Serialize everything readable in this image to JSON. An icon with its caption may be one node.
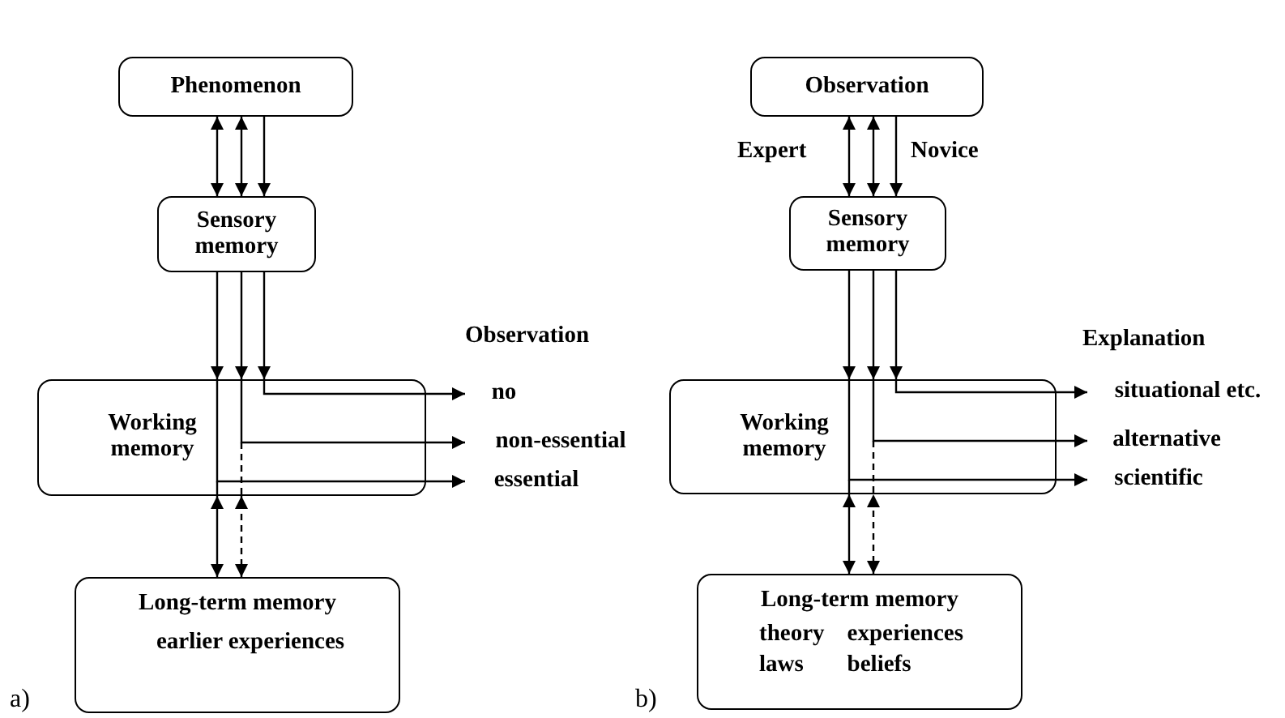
{
  "diagram": {
    "nodes": [
      {
        "text": [
          "Phenomenon"
        ]
      },
      {
        "text": [
          "Sensory memory"
        ]
      },
      {
        "text": [
          "Working memory"
        ]
      },
      {
        "text": [
          "Long-term memory",
          "earlier experiences"
        ]
      },
      {
        "text": [
          "no"
        ]
      },
      {
        "text": [
          "non-essential"
        ]
      },
      {
        "text": [
          "essential"
        ]
      },
      {
        "text": [
          "Observation"
        ]
      },
      {
        "text": [
          "Sensory memory"
        ]
      },
      {
        "text": [
          "Working memory"
        ]
      },
      {
        "text": [
          "Long-term memory",
          "theory",
          "experiences",
          "laws",
          "beliefs"
        ]
      },
      {
        "text": [
          "situational etc."
        ]
      },
      {
        "text": [
          "alternative"
        ]
      },
      {
        "text": [
          "scientific"
        ]
      }
    ],
    "edges": [
      {
        "from": 1,
        "to": 0,
        "arrow": "both"
      },
      {
        "from": 1,
        "to": 0,
        "arrow": "both"
      },
      {
        "from": 0,
        "to": 1,
        "arrow": "to"
      },
      {
        "from": 1,
        "to": 2,
        "arrow": "to"
      },
      {
        "from": 1,
        "to": 2,
        "arrow": "to"
      },
      {
        "from": 1,
        "to": 2,
        "arrow": "to"
      },
      {
        "from": 2,
        "to": 4,
        "arrow": "to"
      },
      {
        "from": 2,
        "to": 5,
        "arrow": "to"
      },
      {
        "from": 2,
        "to": 6,
        "arrow": "to"
      },
      {
        "from": 3,
        "to": 2,
        "arrow": "both"
      },
      {
        "from": 3,
        "to": 2,
        "arrow": "both",
        "style": "dashed"
      },
      {
        "from": 8,
        "to": 7,
        "arrow": "both"
      },
      {
        "from": 8,
        "to": 7,
        "arrow": "both"
      },
      {
        "from": 7,
        "to": 8,
        "arrow": "to"
      },
      {
        "from": 8,
        "to": 9,
        "arrow": "to"
      },
      {
        "from": 8,
        "to": 9,
        "arrow": "to"
      },
      {
        "from": 8,
        "to": 9,
        "arrow": "to"
      },
      {
        "from": 9,
        "to": 11,
        "arrow": "to"
      },
      {
        "from": 9,
        "to": 12,
        "arrow": "to"
      },
      {
        "from": 9,
        "to": 13,
        "arrow": "to"
      },
      {
        "from": 10,
        "to": 9,
        "arrow": "both"
      },
      {
        "from": 10,
        "to": 9,
        "arrow": "both",
        "style": "dashed"
      }
    ],
    "labels": [
      "Observation",
      "a)",
      "Expert",
      "Novice",
      "Explanation",
      "b)"
    ]
  }
}
